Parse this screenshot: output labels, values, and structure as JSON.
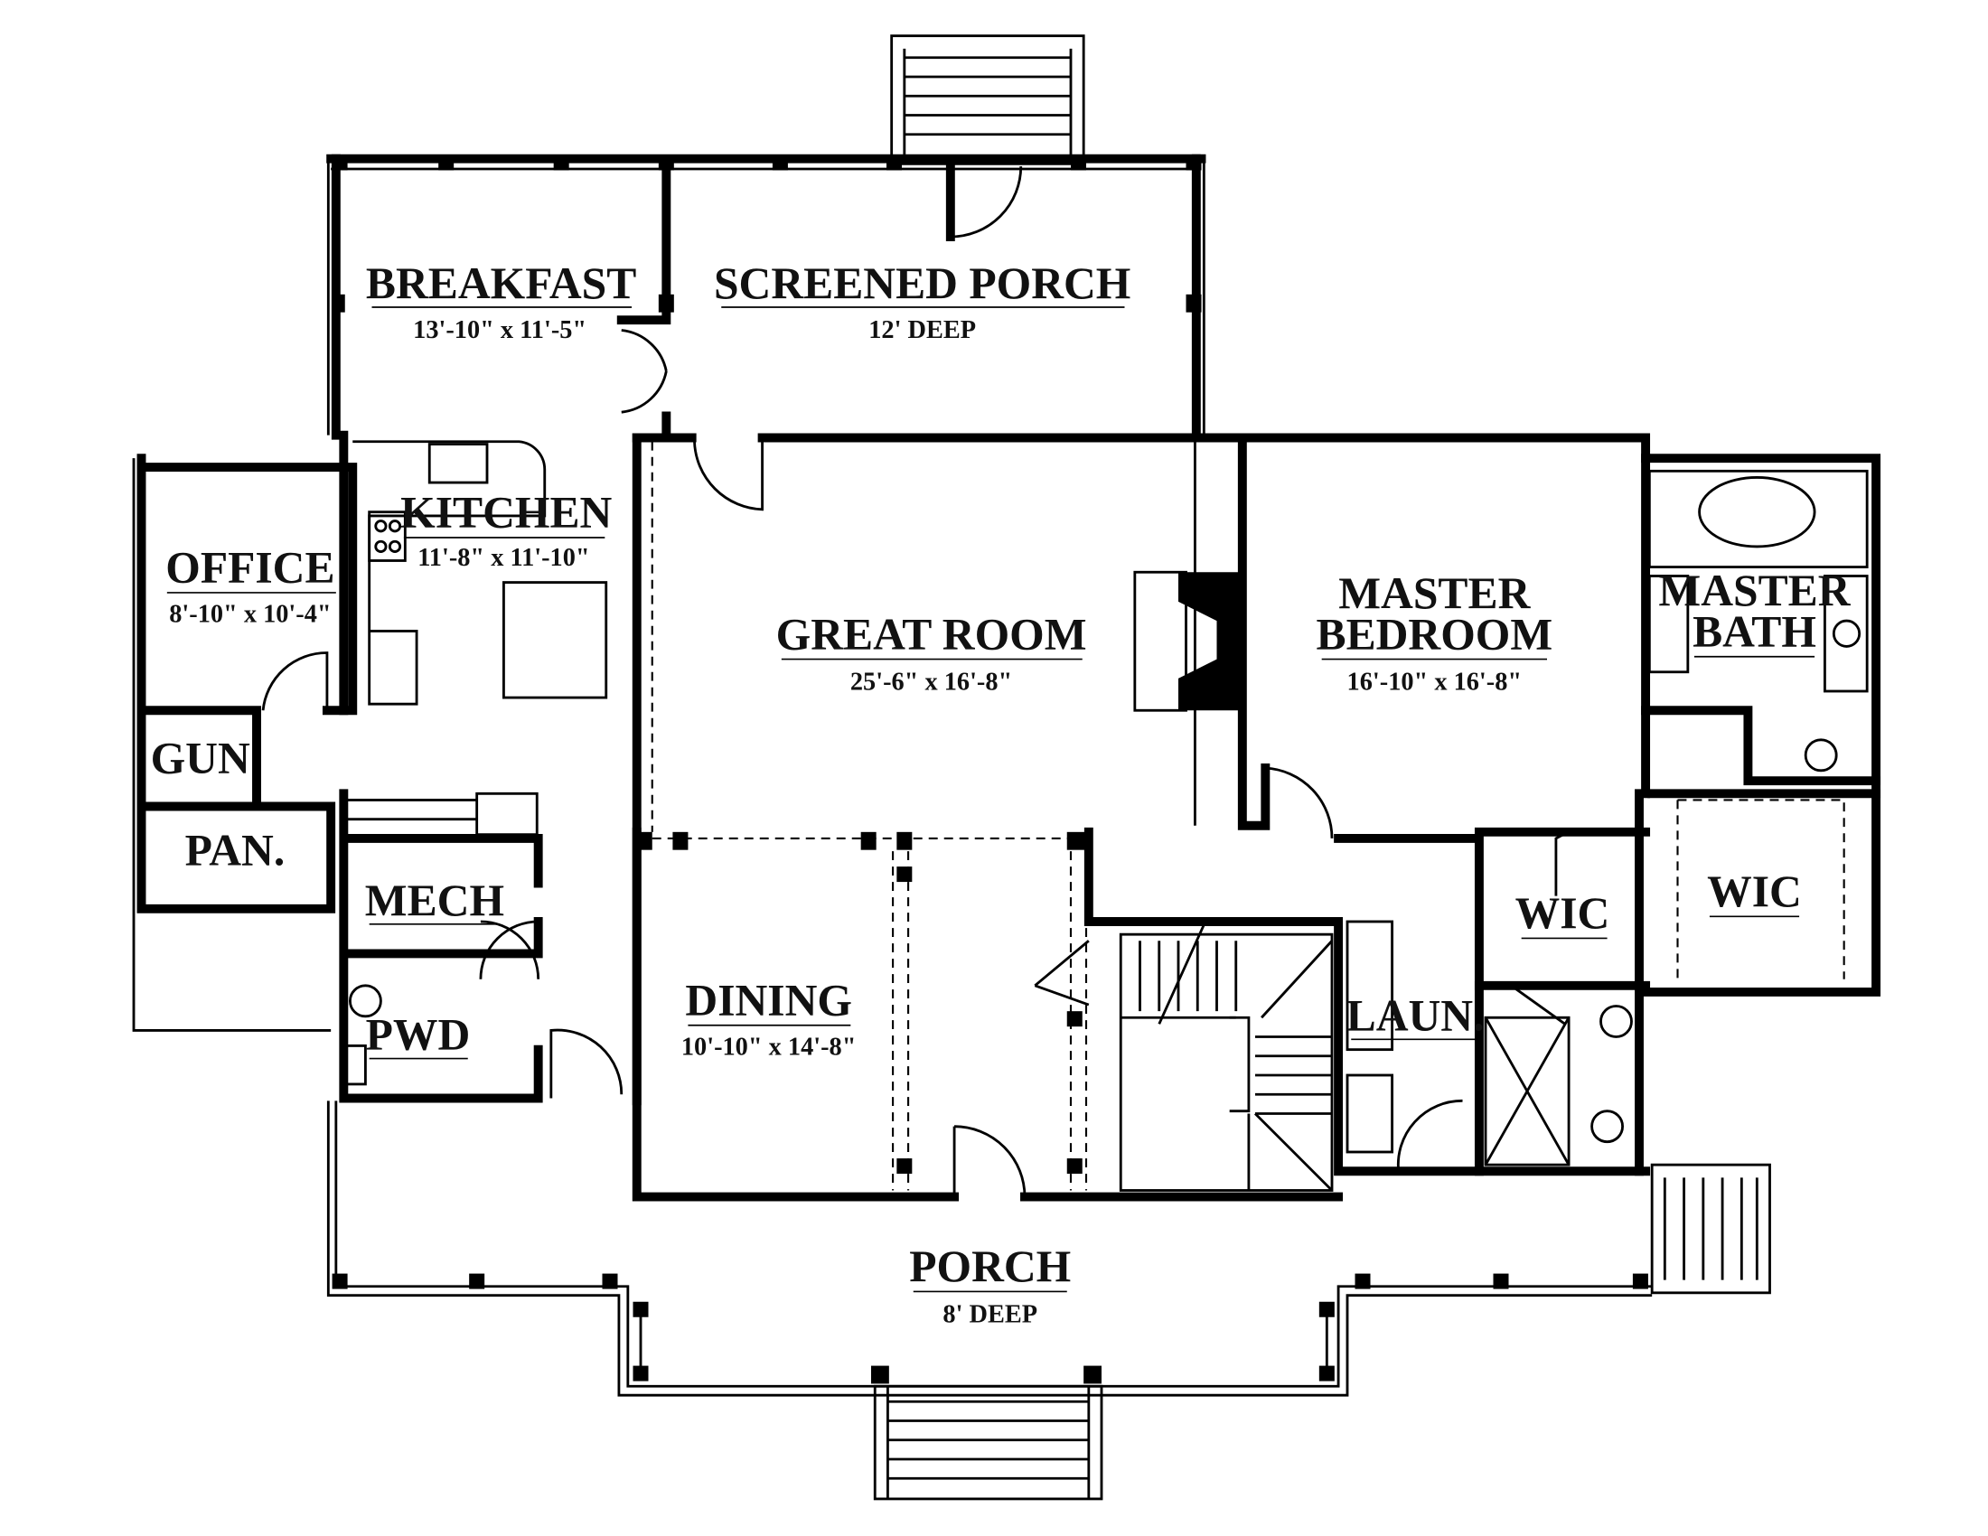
{
  "rooms": {
    "breakfast": {
      "name": "BREAKFAST",
      "size": "13'-10\" x 11'-5\""
    },
    "screened_porch": {
      "name": "SCREENED PORCH",
      "size": "12' DEEP"
    },
    "kitchen": {
      "name": "KITCHEN",
      "size": "11'-8\" x 11'-10\""
    },
    "office": {
      "name": "OFFICE",
      "size": "8'-10\" x 10'-4\""
    },
    "great_room": {
      "name": "GREAT ROOM",
      "size": "25'-6\" x 16'-8\""
    },
    "master_bedroom": {
      "name_line1": "MASTER",
      "name_line2": "BEDROOM",
      "size": "16'-10\" x 16'-8\""
    },
    "master_bath": {
      "name_line1": "MASTER",
      "name_line2": "BATH"
    },
    "gun": {
      "name": "GUN"
    },
    "pantry": {
      "name": "PAN."
    },
    "mech": {
      "name": "MECH"
    },
    "powder": {
      "name": "PWD"
    },
    "dining": {
      "name": "DINING",
      "size": "10'-10\" x 14'-8\""
    },
    "laundry": {
      "name": "LAUN."
    },
    "wic_1": {
      "name": "WIC"
    },
    "wic_2": {
      "name": "WIC"
    },
    "porch": {
      "name": "PORCH",
      "size": "8' DEEP"
    }
  }
}
